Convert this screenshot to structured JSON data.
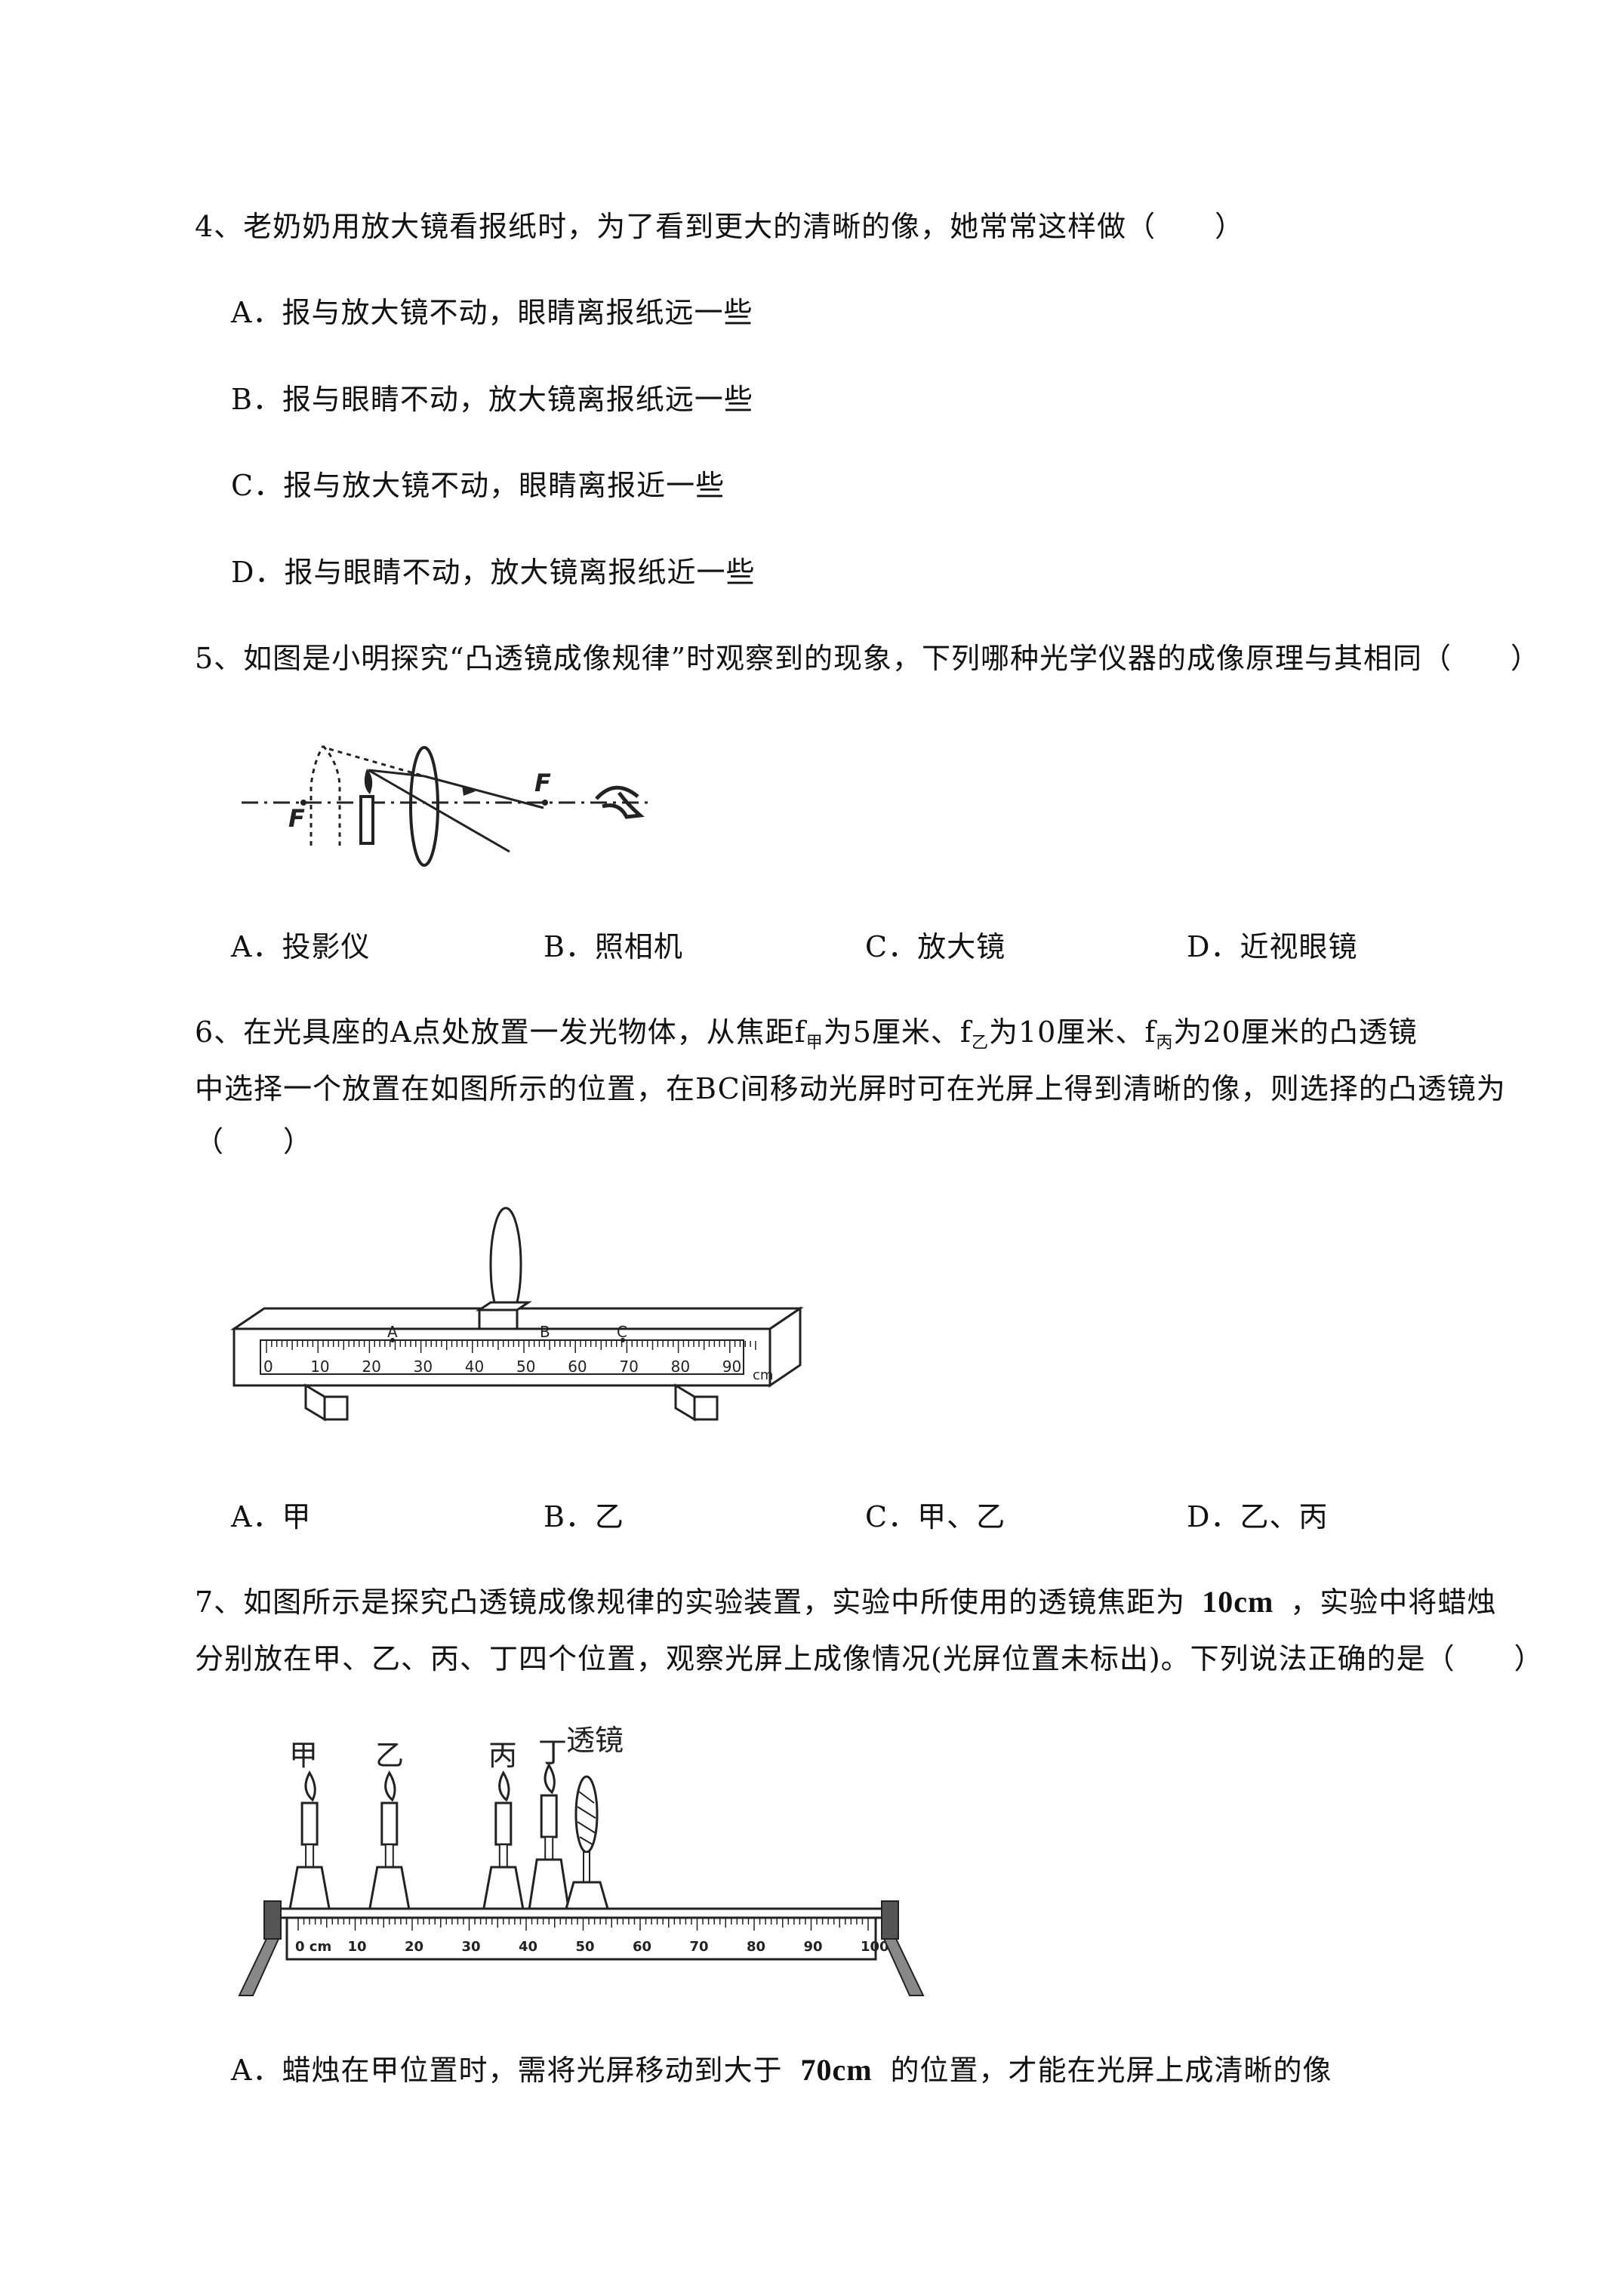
{
  "q4": {
    "stem": "4、老奶奶用放大镜看报纸时，为了看到更大的清晰的像，她常常这样做（　　）",
    "options": [
      "A．报与放大镜不动，眼睛离报纸远一些",
      "B．报与眼睛不动，放大镜离报纸远一些",
      "C．报与放大镜不动，眼睛离报近一些",
      "D．报与眼睛不动，放大镜离报纸近一些"
    ]
  },
  "q5": {
    "stem": "5、如图是小明探究“凸透镜成像规律”时观察到的现象，下列哪种光学仪器的成像原理与其相同（　　）",
    "figure": {
      "label_F": "F"
    },
    "options": [
      "A．投影仪",
      "B．照相机",
      "C．放大镜",
      "D．近视眼镜"
    ]
  },
  "q6": {
    "line1_a": "6、在光具座的A点处放置一发光物体，从焦距f",
    "sub_jia": "甲",
    "line1_b": "为5厘米、f",
    "sub_yi": "乙",
    "line1_c": "为10厘米、f",
    "sub_bing": "丙",
    "line1_d": "为20厘米的凸透镜",
    "line2": "中选择一个放置在如图所示的位置，在BC间移动光屏时可在光屏上得到清晰的像，则选择的凸透镜为",
    "line3": "（　　）",
    "figure": {
      "points": [
        "A",
        "B",
        "C"
      ],
      "ticks": [
        "0",
        "10",
        "20",
        "30",
        "40",
        "50",
        "60",
        "70",
        "80",
        "90"
      ],
      "unit": "cm"
    },
    "options": [
      "A．甲",
      "B．乙",
      "C．甲、乙",
      "D．乙、丙"
    ]
  },
  "q7": {
    "line1_a": "7、如图所示是探究凸透镜成像规律的实验装置，实验中所使用的透镜焦距为",
    "line1_value": "10cm",
    "line1_b": "，实验中将蜡烛",
    "line2": "分别放在甲、乙、丙、丁四个位置，观察光屏上成像情况(光屏位置未标出)。下列说法正确的是（　　）",
    "figure": {
      "labels": [
        "甲",
        "乙",
        "丙",
        "丁",
        "透镜"
      ],
      "ticks": [
        "0 cm",
        "10",
        "20",
        "30",
        "40",
        "50",
        "60",
        "70",
        "80",
        "90",
        "100"
      ]
    },
    "optionA_a": "A．蜡烛在甲位置时，需将光屏移动到大于",
    "optionA_value": "70cm",
    "optionA_b": "的位置，才能在光屏上成清晰的像"
  }
}
